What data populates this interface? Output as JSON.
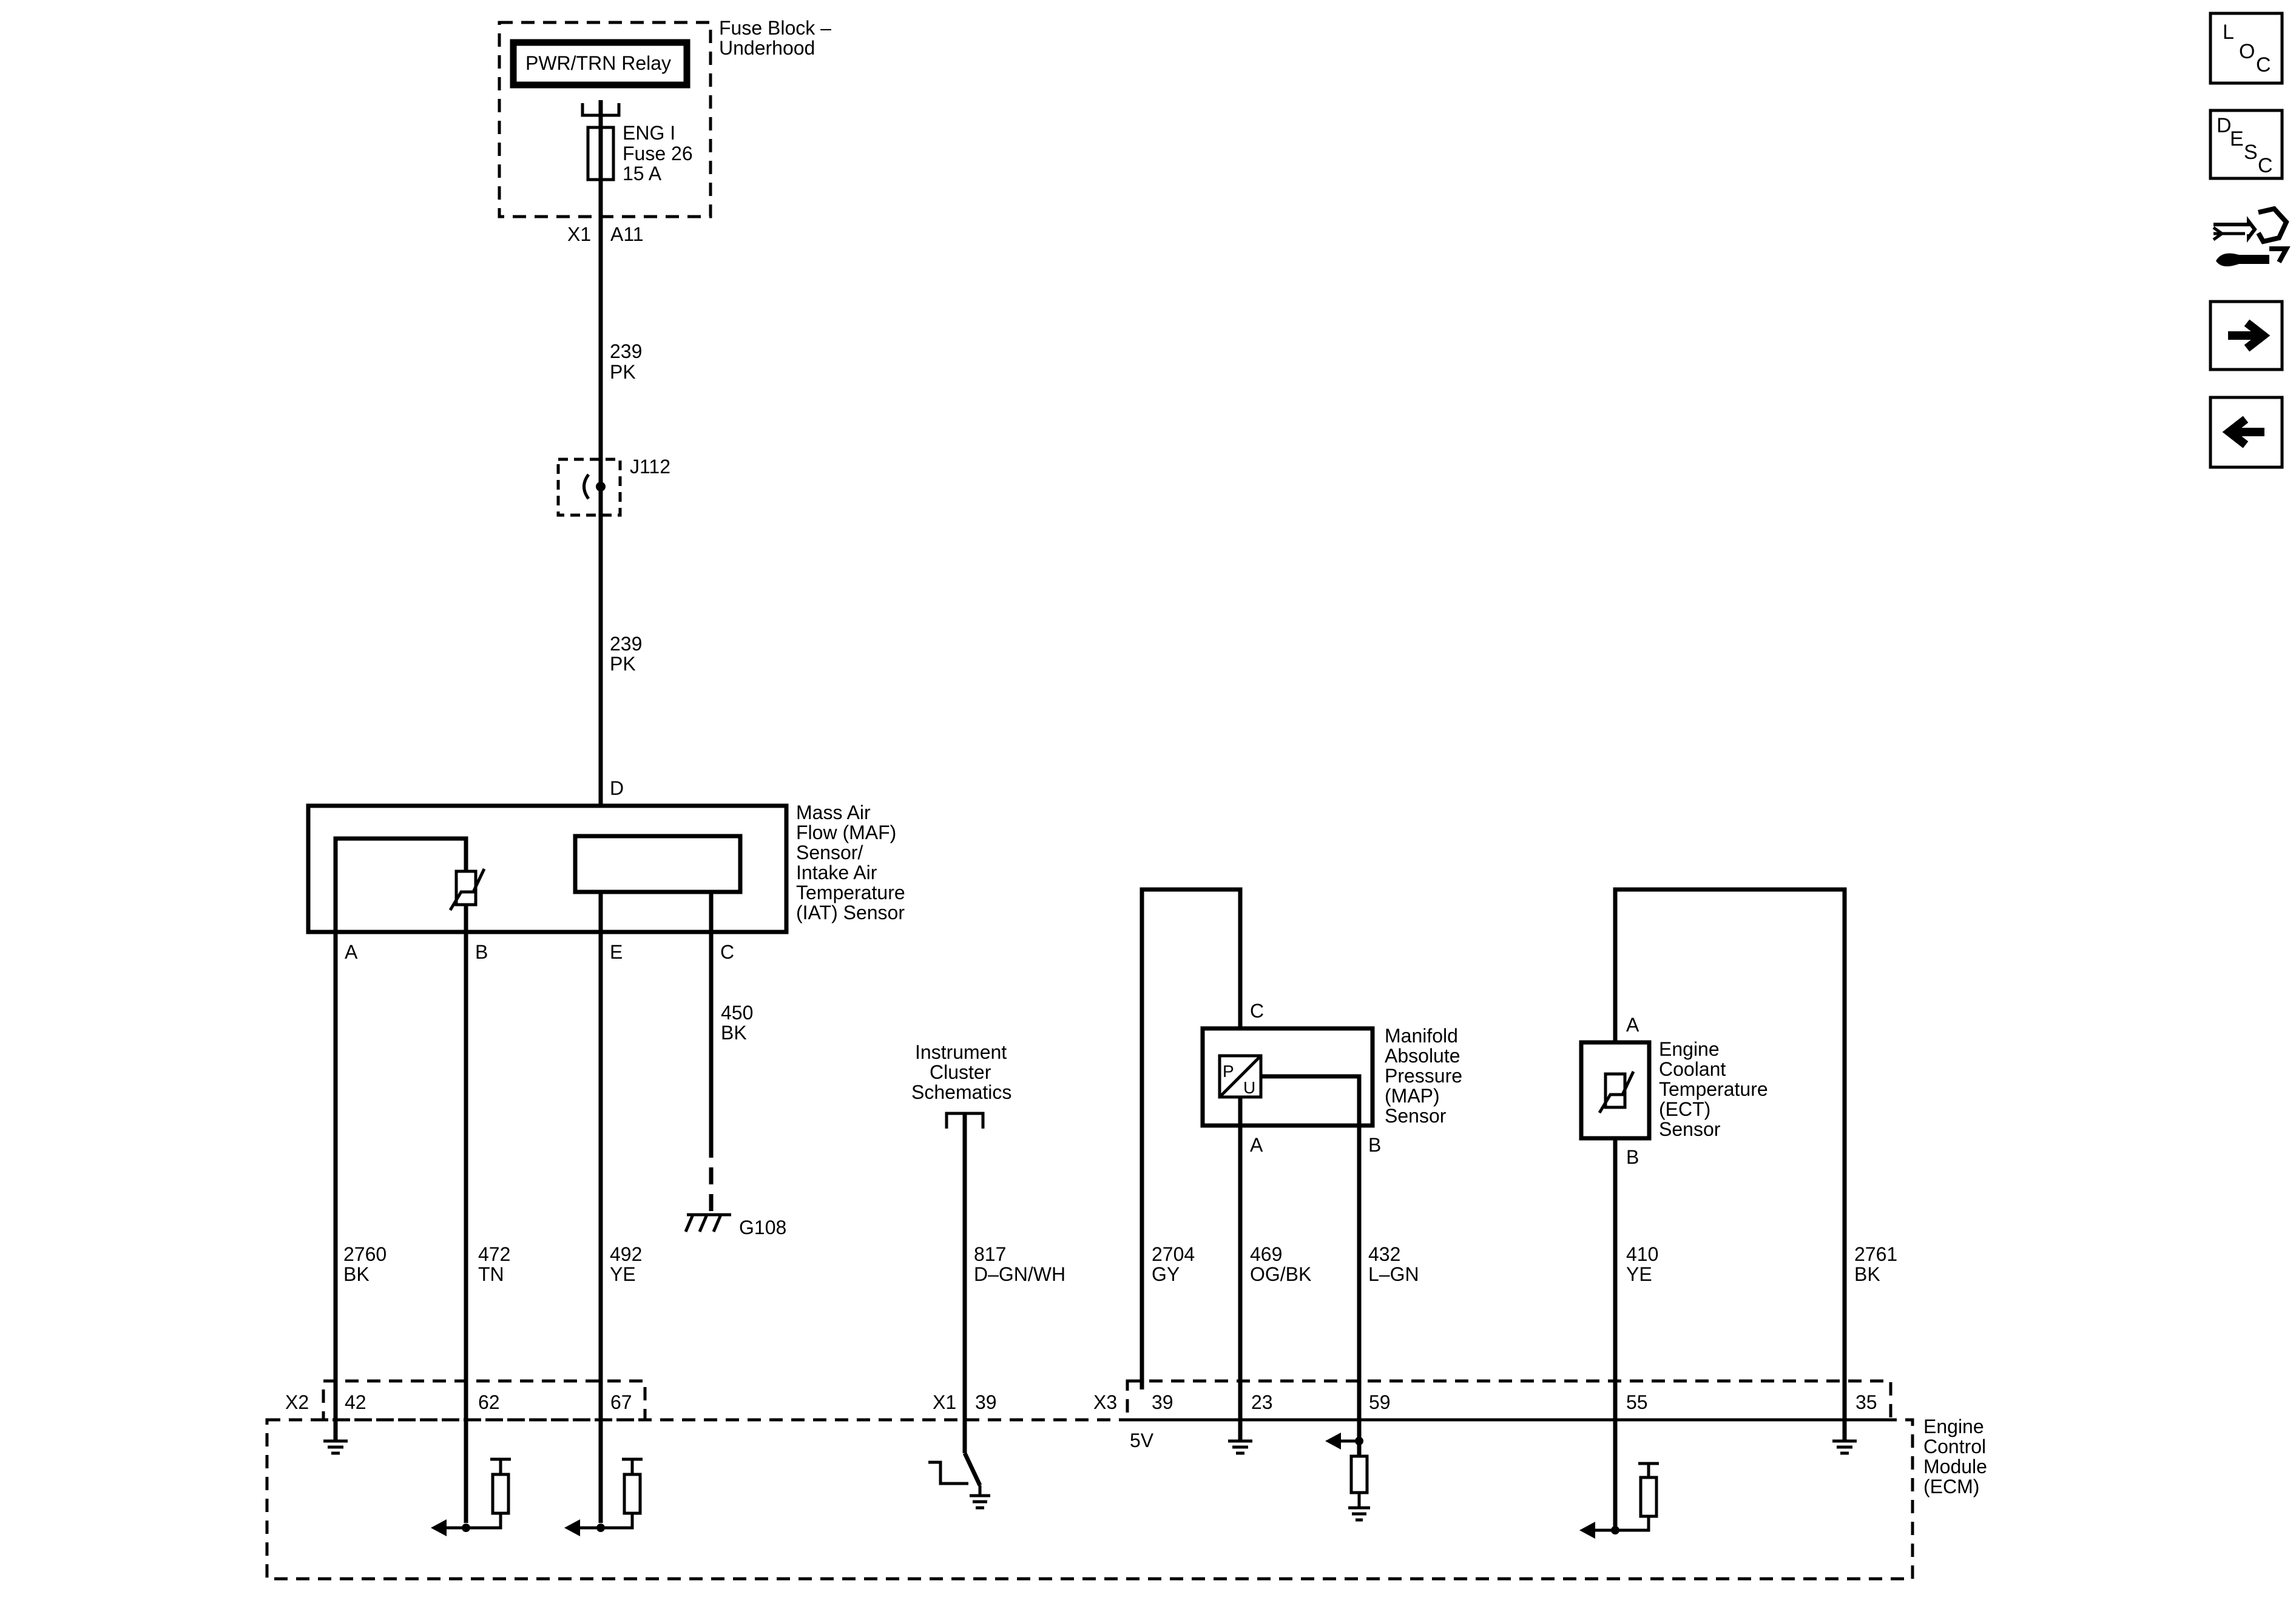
{
  "fuse_block": {
    "name_line1": "Fuse Block –",
    "name_line2": "Underhood",
    "relay": "PWR/TRN Relay",
    "fuse_line1": "ENG I",
    "fuse_line2": "Fuse 26",
    "fuse_line3": "15 A",
    "connector": "X1",
    "pin": "A11"
  },
  "wire_239": {
    "circuit": "239",
    "color": "PK"
  },
  "splice": "J112",
  "maf": {
    "name_lines": [
      "Mass Air",
      "Flow (MAF)",
      "Sensor/",
      "Intake Air",
      "Temperature",
      "(IAT) Sensor"
    ],
    "pin_d": "D",
    "pin_a": "A",
    "pin_b": "B",
    "pin_e": "E",
    "pin_c": "C"
  },
  "ground_wire": {
    "circuit": "450",
    "color": "BK",
    "ground": "G108"
  },
  "instrument_cluster": {
    "lines": [
      "Instrument",
      "Cluster",
      "Schematics"
    ]
  },
  "map": {
    "name_lines": [
      "Manifold",
      "Absolute",
      "Pressure",
      "(MAP)",
      "Sensor"
    ],
    "pin_c": "C",
    "pin_a": "A",
    "pin_b": "B",
    "sym_p": "P",
    "sym_u": "U"
  },
  "ect": {
    "name_lines": [
      "Engine",
      "Coolant",
      "Temperature",
      "(ECT)",
      "Sensor"
    ],
    "pin_a": "A",
    "pin_b": "B"
  },
  "wires": [
    {
      "circuit": "2760",
      "color": "BK"
    },
    {
      "circuit": "472",
      "color": "TN"
    },
    {
      "circuit": "492",
      "color": "YE"
    },
    {
      "circuit": "817",
      "color": "D–GN/WH"
    },
    {
      "circuit": "2704",
      "color": "GY"
    },
    {
      "circuit": "469",
      "color": "OG/BK"
    },
    {
      "circuit": "432",
      "color": "L–GN"
    },
    {
      "circuit": "410",
      "color": "YE"
    },
    {
      "circuit": "2761",
      "color": "BK"
    }
  ],
  "ecm": {
    "name_lines": [
      "Engine",
      "Control",
      "Module",
      "(ECM)"
    ],
    "x2": "X2",
    "x1": "X1",
    "x3": "X3",
    "pins": [
      "42",
      "62",
      "67",
      "39",
      "39",
      "23",
      "59",
      "55",
      "35"
    ],
    "five_v": "5V"
  },
  "nav": {
    "loc": [
      "L",
      "O",
      "C"
    ],
    "desc": [
      "D",
      "E",
      "S",
      "C"
    ],
    "icons": [
      "loc-icon",
      "desc-icon",
      "connector-repair-icon",
      "arrow-right-icon",
      "arrow-left-icon"
    ]
  }
}
